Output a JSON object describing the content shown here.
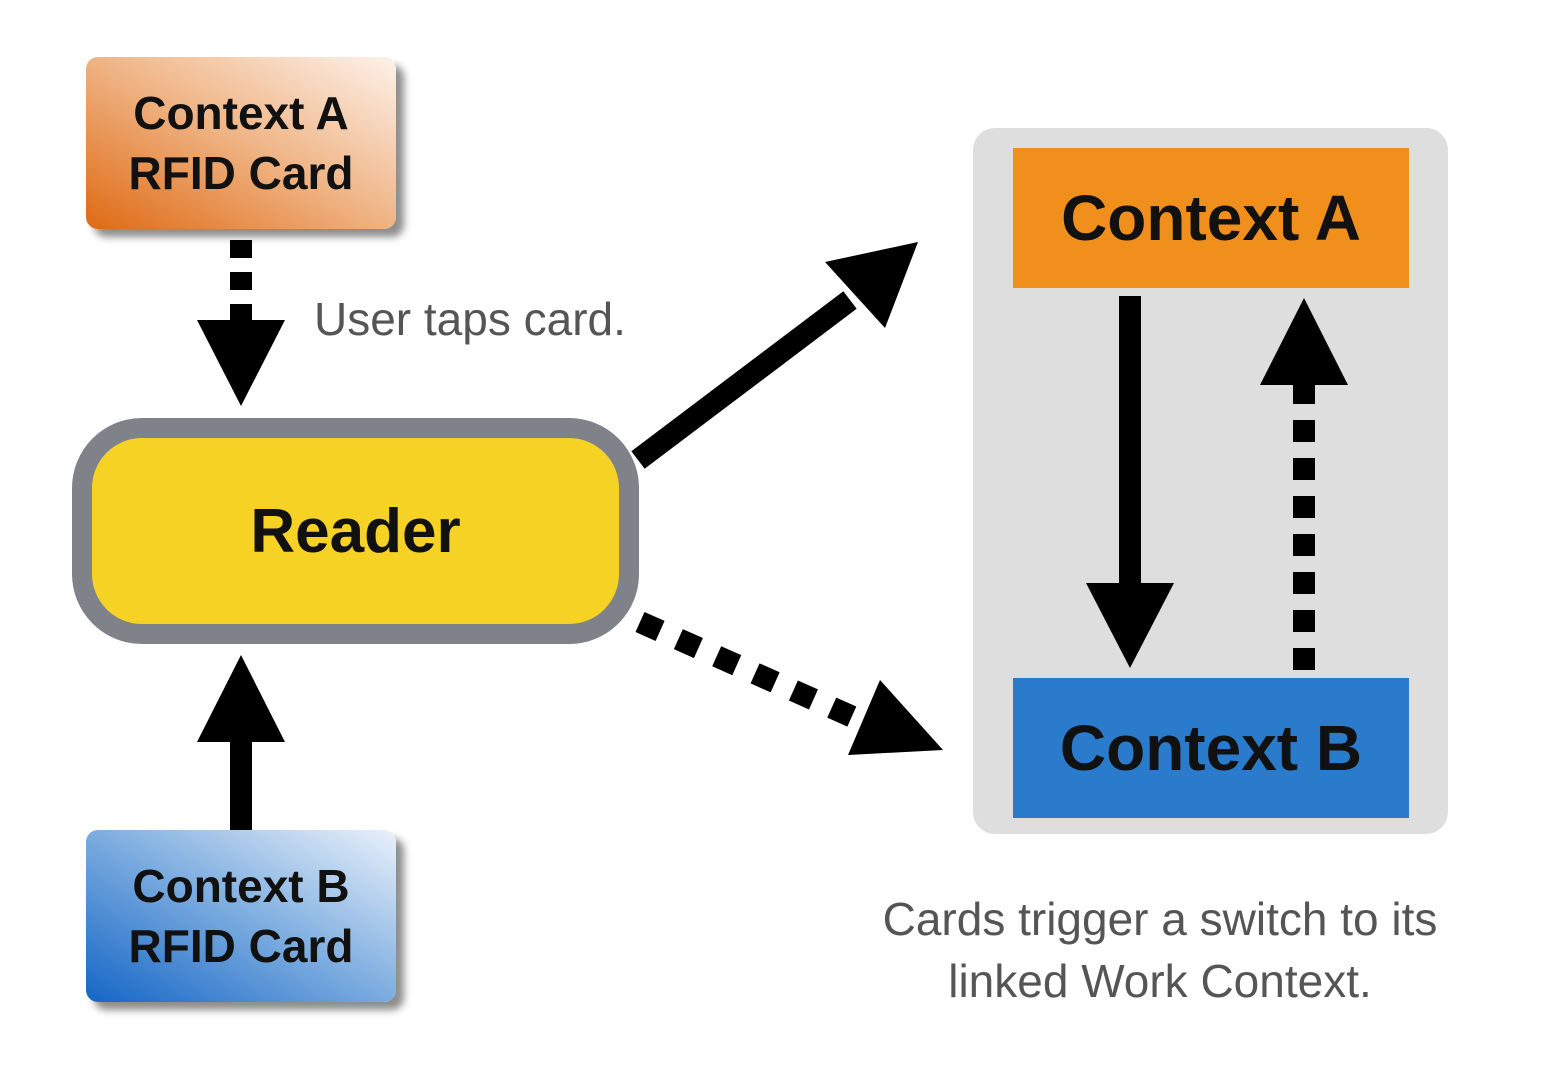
{
  "cards": {
    "context_a": {
      "line1": "Context A",
      "line2": "RFID Card",
      "color": "#df6a14"
    },
    "context_b": {
      "line1": "Context B",
      "line2": "RFID Card",
      "color": "#1566c6"
    }
  },
  "reader": {
    "label": "Reader",
    "fill": "#f5d224",
    "border": "#7f8289"
  },
  "contexts": {
    "a": {
      "label": "Context A",
      "color": "#f18f1c"
    },
    "b": {
      "label": "Context B",
      "color": "#2a7bcb"
    }
  },
  "notes": {
    "tap": "User taps card.",
    "caption_line1": "Cards trigger a switch to its",
    "caption_line2": "linked Work Context."
  },
  "edges": [
    {
      "from": "Context A RFID Card",
      "to": "Reader",
      "style": "dashed"
    },
    {
      "from": "Context B RFID Card",
      "to": "Reader",
      "style": "solid"
    },
    {
      "from": "Reader",
      "to": "Context A",
      "style": "solid"
    },
    {
      "from": "Reader",
      "to": "Context B",
      "style": "dashed"
    },
    {
      "from": "Context A",
      "to": "Context B",
      "style": "solid"
    },
    {
      "from": "Context B",
      "to": "Context A",
      "style": "dashed"
    }
  ]
}
